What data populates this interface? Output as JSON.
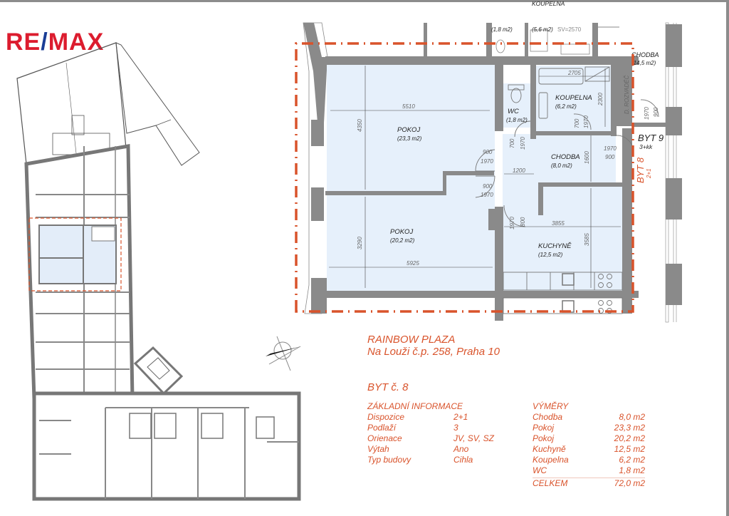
{
  "brand": {
    "logo_left": "RE",
    "logo_slash": "/",
    "logo_right": "MAX",
    "colors": {
      "red": "#dc1c2e",
      "blue": "#1a3d96"
    }
  },
  "plan": {
    "highlight_color": "#d9532b",
    "room_fill": "#e6f0fb",
    "wall_color": "#8a8a8a",
    "rooms": [
      {
        "name": "POKOJ",
        "area": "(23,3 m2)"
      },
      {
        "name": "POKOJ",
        "area": "(20,2 m2)"
      },
      {
        "name": "WC",
        "area": "(1,8 m2)"
      },
      {
        "name": "KOUPELNA",
        "area": "(6,2 m2)"
      },
      {
        "name": "CHODBA",
        "area": "(8,0 m2)"
      },
      {
        "name": "KUCHYNĚ",
        "area": "(12,5 m2)"
      }
    ],
    "neighbor_rooms": [
      {
        "name": "CHODBA",
        "area": "(14,5 m2)"
      },
      {
        "name": "WC",
        "area": "(1,8 m2)"
      },
      {
        "name": "KOUPELNA",
        "area": "(5,6 m2)"
      },
      {
        "name": "SV",
        "area": "SV=2570"
      }
    ],
    "unit_labels": {
      "byt9": "BYT 9",
      "byt9_type": "3+kk",
      "byt8": "BYT 8",
      "byt8_type": "2+1",
      "rozvadec": "D. ROZVADĚČ"
    },
    "dimensions": {
      "pokoj1_w": "5510",
      "pokoj1_h": "4350",
      "pokoj2_w": "5925",
      "pokoj2_h": "3290",
      "koupelna_w": "2705",
      "koupelna_h": "2300",
      "chodba_w": "1200",
      "chodba_h": "1600",
      "kuchyne_w": "3855",
      "kuchyne_h": "3585",
      "door_w": "900",
      "door_h": "1970",
      "door_small_w": "700",
      "door_kitchen_w": "800"
    }
  },
  "project": {
    "name": "RAINBOW PLAZA",
    "address": "Na Louži č.p. 258, Praha 10",
    "unit": "BYT č. 8"
  },
  "basic_info": {
    "header": "ZÁKLADNÍ INFORMACE",
    "rows": [
      {
        "label": "Dispozice",
        "value": "2+1"
      },
      {
        "label": "Podlaží",
        "value": "3"
      },
      {
        "label": "Orienace",
        "value": "JV, SV, SZ"
      },
      {
        "label": "Výtah",
        "value": "Ano"
      },
      {
        "label": "Typ budovy",
        "value": "Cihla"
      }
    ]
  },
  "areas": {
    "header": "VÝMĚRY",
    "rows": [
      {
        "label": "Chodba",
        "value": "8,0 m2"
      },
      {
        "label": "Pokoj",
        "value": "23,3 m2"
      },
      {
        "label": "Pokoj",
        "value": "20,2 m2"
      },
      {
        "label": "Kuchyně",
        "value": "12,5 m2"
      },
      {
        "label": "Koupelna",
        "value": "6,2 m2"
      },
      {
        "label": "WC",
        "value": "1,8 m2"
      }
    ],
    "total": {
      "label": "CELKEM",
      "value": "72,0 m2"
    }
  },
  "icons": {
    "north": "compass-north-arrow-icon"
  }
}
